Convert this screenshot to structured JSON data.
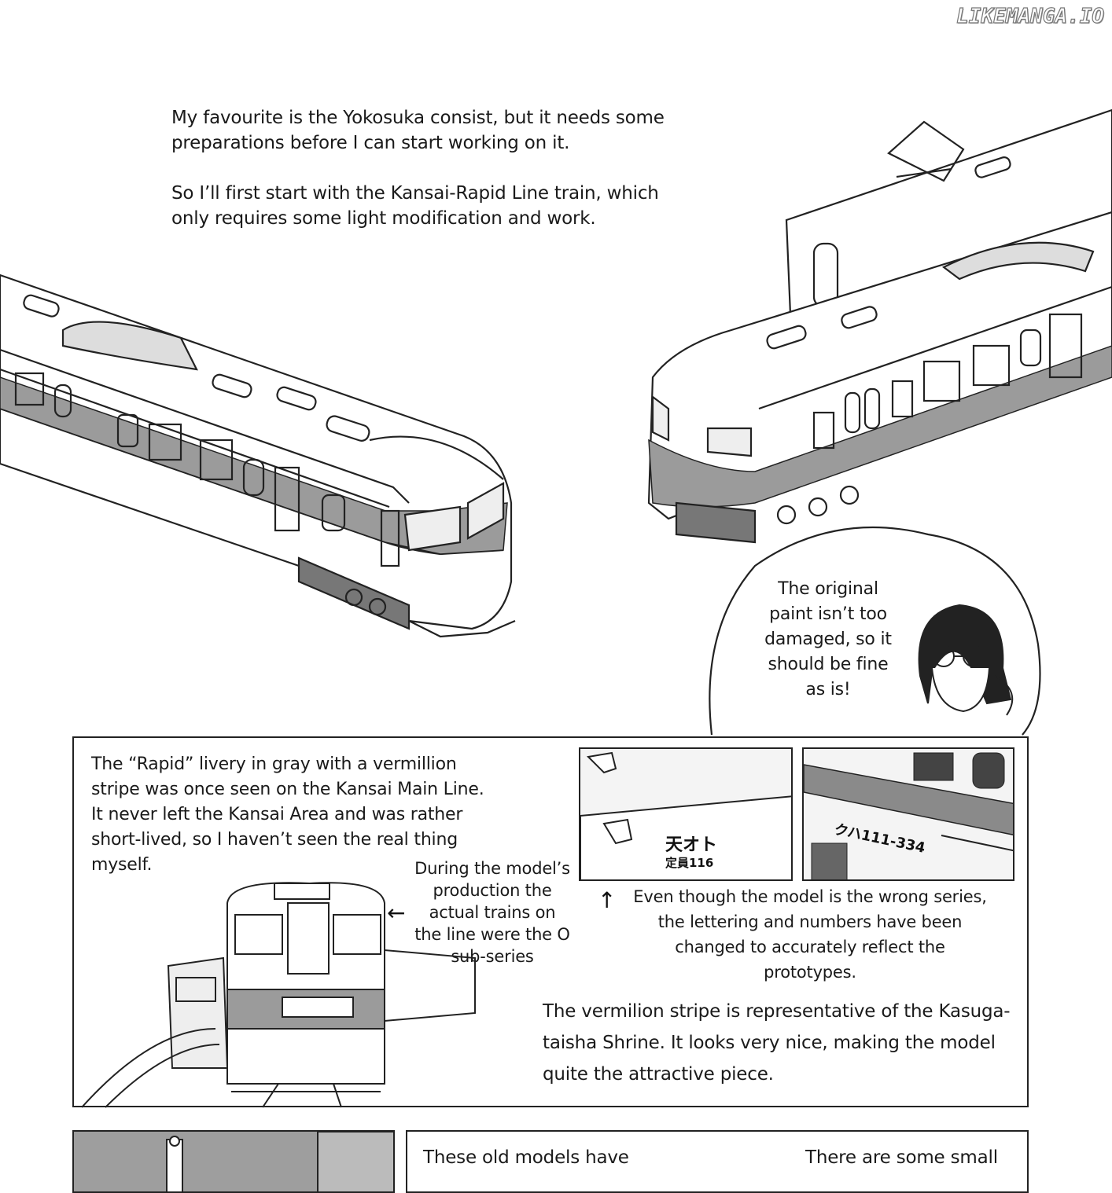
{
  "watermark": "LIKEMANGA.IO",
  "intro": {
    "p1": "My favourite is the Yokosuka consist, but it needs some preparations before I can start working on it.",
    "p2": "So I’ll first start with the Kansai-Rapid Line train, which only requires some light modification and work."
  },
  "bubble": {
    "text": "The original paint isn’t too damaged, so it should be fine as is!"
  },
  "panel_livery": {
    "caption": "The “Rapid” livery in gray with a vermillion stripe was once seen on the Kansai Main Line. It never left the Kansai Area and was rather short-lived, so I haven’t seen the real thing myself.",
    "note": "During the model’s production the actual trains on the line were the O sub-series",
    "inset_left_text1": "天オト",
    "inset_left_text2": "定員116",
    "inset_right_text": "クハ111-334",
    "lettering_caption": "Even though the model is the wrong series, the lettering and numbers have been changed to accurately reflect the prototypes.",
    "stripe_caption": "The vermilion stripe is representative of the Kasuga-taisha Shrine. It looks very nice, making the model quite the attractive piece."
  },
  "bottom": {
    "left_text": "These old models have",
    "right_text": "There are some small"
  }
}
